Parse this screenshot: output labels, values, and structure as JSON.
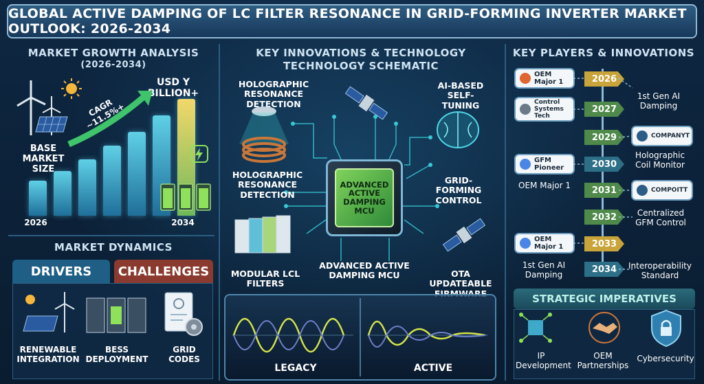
{
  "header": {
    "title": "GLOBAL ACTIVE DAMPING OF LC FILTER RESONANCE IN GRID-FORMING INVERTER MARKET OUTLOOK: 2026-2034"
  },
  "growth": {
    "title": "MARKET GROWTH ANALYSIS",
    "subtitle": "(2026-2034)",
    "base_label": "BASE MARKET SIZE",
    "usd_label": "USD Y BILLION+",
    "cagr_label": "CAGR ~11.5%+",
    "year_start": "2026",
    "year_end": "2034",
    "bar_levels": [
      0.3,
      0.38,
      0.48,
      0.6,
      0.72,
      0.86,
      1.0
    ]
  },
  "dynamics": {
    "title": "MARKET DYNAMICS",
    "drivers_tab": "DRIVERS",
    "challenges_tab": "CHALLENGES",
    "items": [
      "RENEWABLE INTEGRATION",
      "BESS DEPLOYMENT",
      "GRID CODES"
    ]
  },
  "innovations": {
    "title_line1": "KEY INNOVATIONS & TECHNOLOGY",
    "title_line2": "TECHNOLOGY SCHEMATIC",
    "holographic_top": "HOLOGRAPHIC RESONANCE DETECTION",
    "ai_tuning": "AI-BASED SELF-TUNING",
    "holographic_mid": "HOLOGRAPHIC RESONANCE DETECTION",
    "chip_text": "ADVANCED ACTIVE DAMPING MCU",
    "grid_forming": "GRID-FORMING CONTROL",
    "modular": "MODULAR LCL FILTERS",
    "mcu_label": "ADVANCED ACTIVE DAMPING MCU",
    "ota": "OTA UPDATEABLE FIRMWARE",
    "legacy": "LEGACY",
    "active": "ACTIVE"
  },
  "players": {
    "title": "KEY PLAYERS & INNOVATIONS",
    "timeline": [
      {
        "year": "2026",
        "card": "OEM Major 1",
        "side": "left"
      },
      {
        "year": "2027",
        "card": "Control Systems Tech",
        "side": "left"
      },
      {
        "year": "2029",
        "card": "COMPANYT",
        "side": "right"
      },
      {
        "year": "2030",
        "card": "GFM Pioneer",
        "side": "left"
      },
      {
        "year": "2031",
        "card": "COMPOITT",
        "side": "right"
      },
      {
        "year": "2032",
        "card": "",
        "side": ""
      },
      {
        "year": "2033",
        "card": "OEM Major 1",
        "side": "left"
      },
      {
        "year": "2034",
        "card": "",
        "side": ""
      }
    ],
    "notes": {
      "n2026": "1st Gen AI Damping",
      "n2029": "Holographic Coil Monitor",
      "n2030": "OEM Major 1",
      "n2032": "Centralized GFM Control",
      "n2033": "1st Gen AI Damping",
      "n2034": "Interoperability Standard"
    }
  },
  "strategic": {
    "title": "STRATEGIC IMPERATIVES",
    "items": [
      "IP Development",
      "OEM Partnerships",
      "Cybersecurity"
    ]
  },
  "colors": {
    "accent": "#35d0c8",
    "drivers_tab": "#1f5f86",
    "challenges_tab": "#8a3a2e",
    "year_dark": "#2d6f86",
    "year_gold": "#c9a43a",
    "year_green": "#4f8a4a"
  }
}
